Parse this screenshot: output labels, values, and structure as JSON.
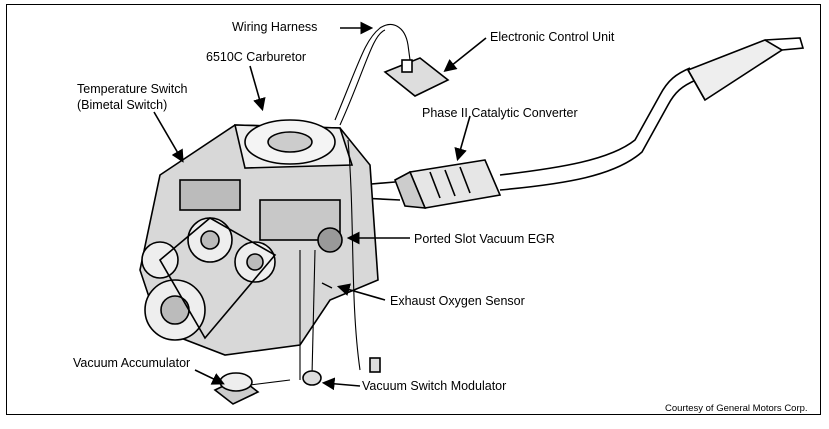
{
  "labels": {
    "wiring_harness": "Wiring Harness",
    "electronic_control_unit": "Electronic Control Unit",
    "carburetor": "6510C Carburetor",
    "temperature_switch_line1": "Temperature Switch",
    "temperature_switch_line2": "(Bimetal Switch)",
    "catalytic_converter": "Phase II Catalytic Converter",
    "egr": "Ported Slot Vacuum EGR",
    "oxygen_sensor": "Exhaust Oxygen Sensor",
    "vacuum_accumulator": "Vacuum Accumulator",
    "vacuum_switch_modulator": "Vacuum Switch Modulator"
  },
  "credit": "Courtesy of General Motors Corp."
}
